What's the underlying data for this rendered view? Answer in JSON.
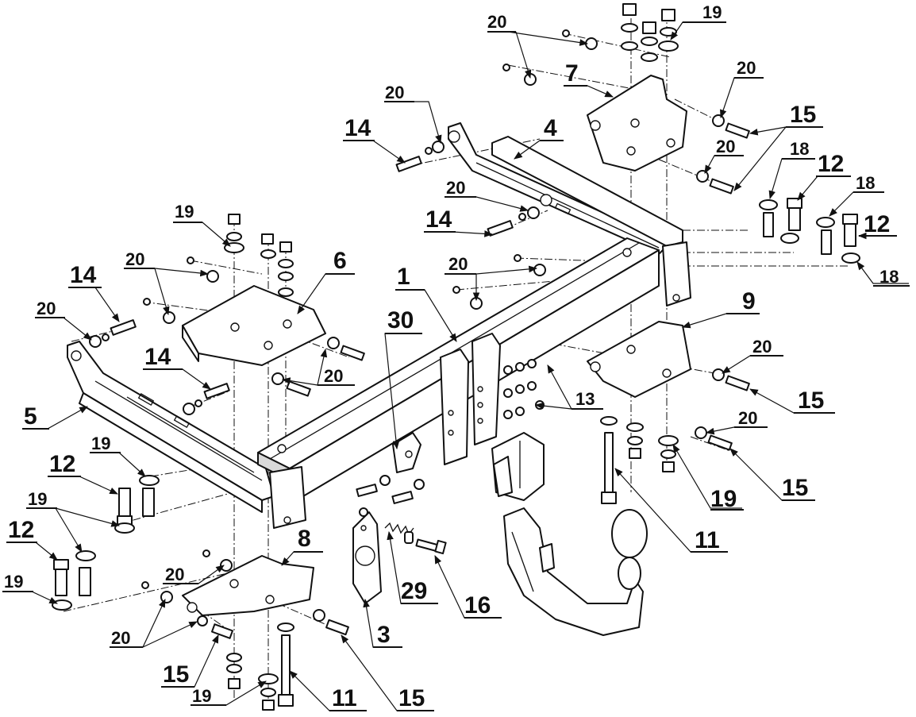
{
  "callouts": {
    "c1": "1",
    "c3": "3",
    "c4": "4",
    "c5": "5",
    "c6": "6",
    "c7": "7",
    "c8": "8",
    "c9": "9",
    "c11": "11",
    "c12": "12",
    "c13": "13",
    "c14": "14",
    "c15": "15",
    "c16": "16",
    "c18": "18",
    "c19": "19",
    "c20": "20",
    "c29": "29",
    "c30": "30"
  }
}
